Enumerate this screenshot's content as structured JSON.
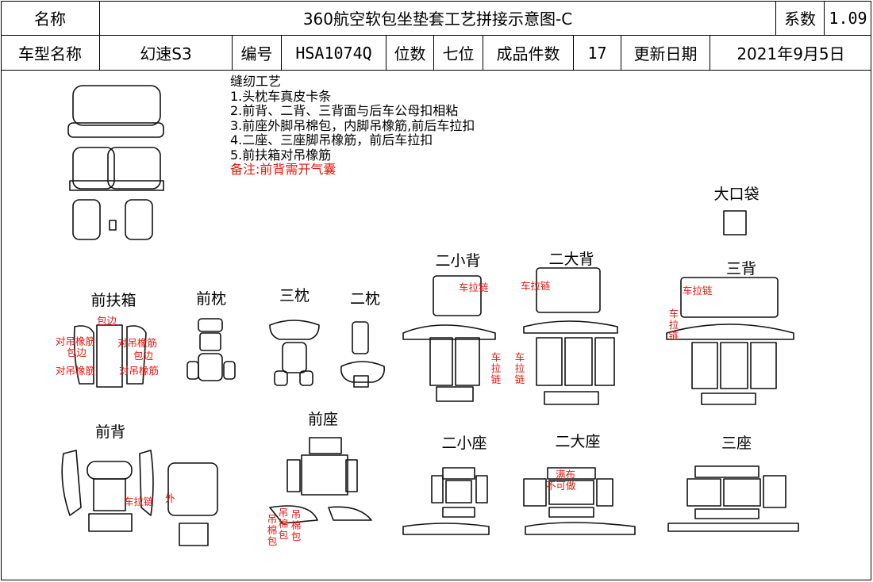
{
  "header": {
    "name_label": "名称",
    "title": "360航空软包坐垫套工艺拼接示意图-C",
    "coef_label": "系数",
    "coef_value": "1.09",
    "model_label": "车型名称",
    "model_value": "幻速S3",
    "code_label": "编号",
    "code_value": "HSA1074Q",
    "seat_label": "位数",
    "seat_value": "七位",
    "pieces_label": "成品件数",
    "pieces_value": "17",
    "date_label": "更新日期",
    "date_value": "2021年9月5日"
  },
  "notes": {
    "title": "缝纫工艺",
    "items": [
      "1.头枕车真皮卡条",
      "2.前背、二背、三背面与后车公母扣相粘",
      "3.前座外脚吊棉包，内脚吊橡筋,前后车拉扣",
      "4.二座、三座脚吊橡筋，前后车拉扣",
      "5.前扶箱对吊橡筋"
    ],
    "remark": "备注:前背需开气囊"
  },
  "parts": {
    "front_armrest": "前扶箱",
    "front_headrest": "前枕",
    "third_headrest": "三枕",
    "second_headrest": "二枕",
    "second_small_back": "二小背",
    "second_big_back": "二大背",
    "big_pocket": "大口袋",
    "third_back": "三背",
    "front_back": "前背",
    "front_seat": "前座",
    "second_small_seat": "二小座",
    "second_big_seat": "二大座",
    "third_seat": "三座"
  },
  "annotations": {
    "edge_binding": "包边",
    "pair_elastic": "对吊橡筋",
    "zipper": "车拉链",
    "outer": "外",
    "hang_cotton_binding": "吊棉包",
    "not_sew": "不可做",
    "sealed": "满布"
  },
  "colors": {
    "annotation": "#e8160c",
    "line": "#111111"
  }
}
